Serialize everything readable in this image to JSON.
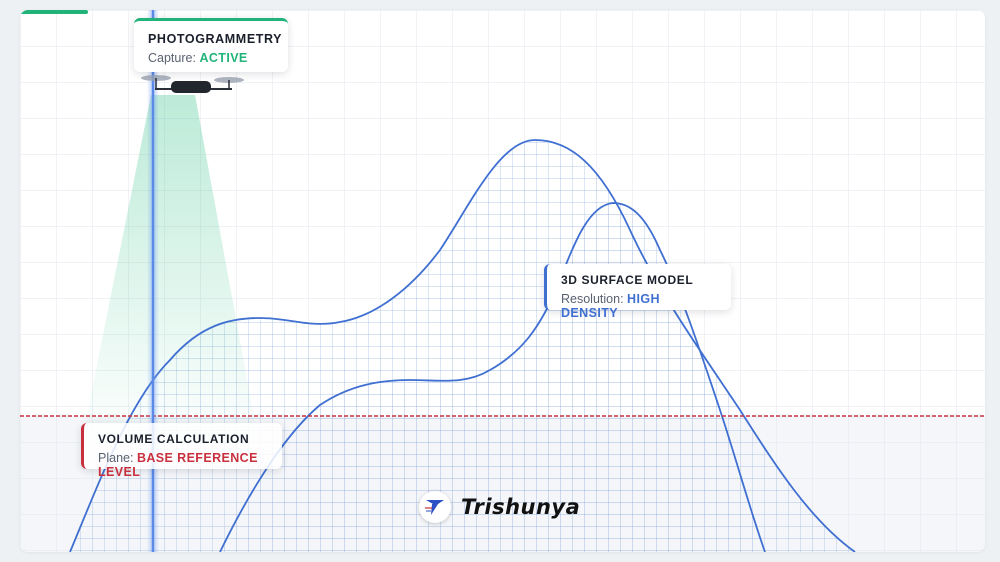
{
  "photogrammetry": {
    "title": "PHOTOGRAMMETRY",
    "status_label": "Capture:",
    "status_value": "ACTIVE",
    "status_color": "#22b37a"
  },
  "surface_model": {
    "title": "3D SURFACE MODEL",
    "resolution_label": "Resolution:",
    "resolution_value": "HIGH DENSITY",
    "color": "#3f6fd1"
  },
  "volume_calculation": {
    "title": "VOLUME CALCULATION",
    "plane_label": "Plane:",
    "plane_value": "BASE REFERENCE LEVEL",
    "color": "#c9303e"
  },
  "brand": {
    "name": "Trishunya",
    "logo_icon": "trishunya-logo-icon"
  },
  "icons": {
    "drone": "drone-icon"
  }
}
